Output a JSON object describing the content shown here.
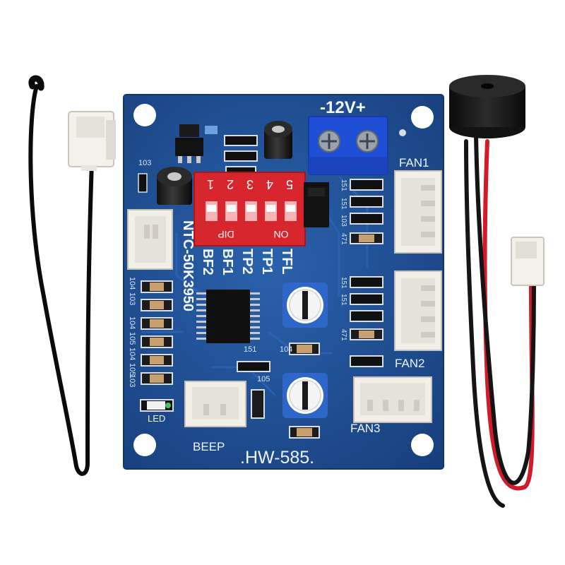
{
  "board": {
    "model_label": ".HW-585.",
    "power_label": "-12V+",
    "sensor_label": "NTC-50K3950",
    "beep_label": "BEEP",
    "led_label": "LED",
    "fan_labels": [
      "FAN1",
      "FAN2",
      "FAN3"
    ],
    "dip_switch": {
      "numbers": [
        "5",
        "4",
        "3",
        "2",
        "1"
      ],
      "left_label": "DIP",
      "right_label": "ON",
      "function_labels": [
        "BF2",
        "BF1",
        "TP2",
        "TP1",
        "TFL"
      ]
    },
    "component_codes": {
      "upper_left": "103",
      "row_left": [
        "104",
        "103",
        "104",
        "105",
        "104",
        "105",
        "103"
      ],
      "fan_block_codes": [
        "151",
        "151",
        "151",
        "471",
        "103",
        "151",
        "471"
      ],
      "cap_code": "104",
      "chip_code": "151",
      "misc_105": "105"
    }
  },
  "accessories": {
    "thermistor": "ntc-thermistor-probe",
    "buzzer": "piezo-buzzer"
  },
  "colors": {
    "pcb": "#1d4e93",
    "pcb_light": "#2a62ad",
    "dip": "#d7262e",
    "terminal": "#1f4fd6",
    "connector": "#f1efe8"
  }
}
